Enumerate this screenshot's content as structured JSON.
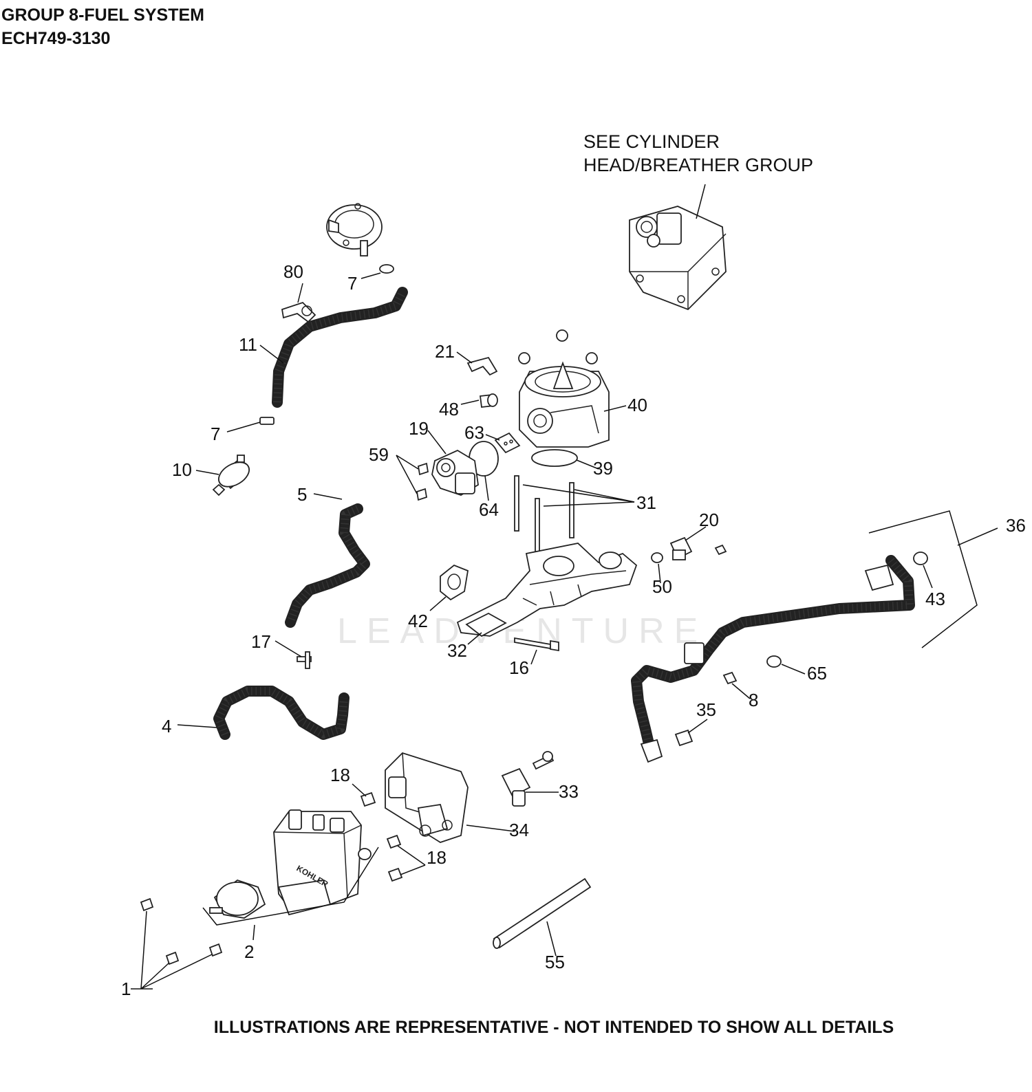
{
  "header": {
    "title": "GROUP 8-FUEL SYSTEM",
    "model": "ECH749-3130"
  },
  "reference_note": {
    "line1": "SEE CYLINDER",
    "line2": "HEAD/BREATHER GROUP"
  },
  "watermark": "LEADVENTURE",
  "footer": "ILLUSTRATIONS ARE REPRESENTATIVE - NOT INTENDED TO SHOW ALL DETAILS",
  "callouts": {
    "c80": "80",
    "c7a": "7",
    "c11": "11",
    "c7b": "7",
    "c10": "10",
    "c5": "5",
    "c21": "21",
    "c48": "48",
    "c40": "40",
    "c19": "19",
    "c63": "63",
    "c59": "59",
    "c39": "39",
    "c64": "64",
    "c31": "31",
    "c20": "20",
    "c36": "36",
    "c50": "50",
    "c43": "43",
    "c42": "42",
    "c17": "17",
    "c32": "32",
    "c16": "16",
    "c65": "65",
    "c8": "8",
    "c4": "4",
    "c35": "35",
    "c18a": "18",
    "c33": "33",
    "c34": "34",
    "c18b": "18",
    "c2": "2",
    "c55": "55",
    "c1": "1"
  }
}
